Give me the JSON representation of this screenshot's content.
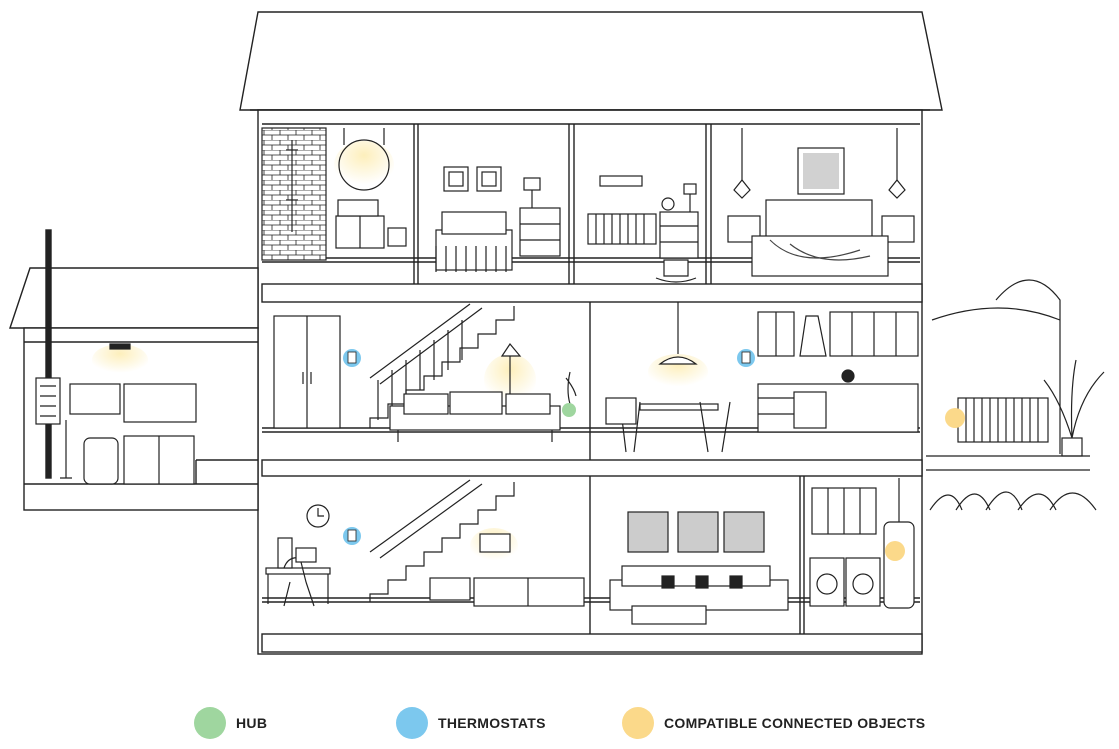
{
  "colors": {
    "hub": "#9fd69f",
    "thermostat": "#7cc8ee",
    "connected_object": "#fbd98a",
    "line": "#222222",
    "glow": "#fdf1c7"
  },
  "legend": {
    "hub": {
      "label": "HUB",
      "color": "#9fd69f"
    },
    "thermostats": {
      "label": "THERMOSTATS",
      "color": "#7cc8ee"
    },
    "compatible": {
      "label": "COMPATIBLE CONNECTED OBJECTS",
      "color": "#fbd98a"
    }
  },
  "rooms": [
    {
      "name": "bathroom",
      "floor": "top",
      "icon": "mirror-sink-icon"
    },
    {
      "name": "bedroom-child",
      "floor": "top",
      "icon": "bed-icon"
    },
    {
      "name": "nursery",
      "floor": "top",
      "icon": "crib-icon"
    },
    {
      "name": "master-bedroom",
      "floor": "top",
      "icon": "bed-icon"
    },
    {
      "name": "hallway",
      "floor": "middle",
      "icon": "closet-icon"
    },
    {
      "name": "living-room",
      "floor": "middle",
      "icon": "sofa-icon"
    },
    {
      "name": "kitchen",
      "floor": "middle",
      "icon": "kitchen-icon"
    },
    {
      "name": "office",
      "floor": "ground",
      "icon": "desk-icon"
    },
    {
      "name": "lounge",
      "floor": "ground",
      "icon": "sofa-icon"
    },
    {
      "name": "laundry",
      "floor": "ground",
      "icon": "washer-icon"
    },
    {
      "name": "garage",
      "floor": "annex",
      "icon": "workbench-icon"
    },
    {
      "name": "terrace",
      "floor": "outside",
      "icon": "spa-icon"
    }
  ]
}
